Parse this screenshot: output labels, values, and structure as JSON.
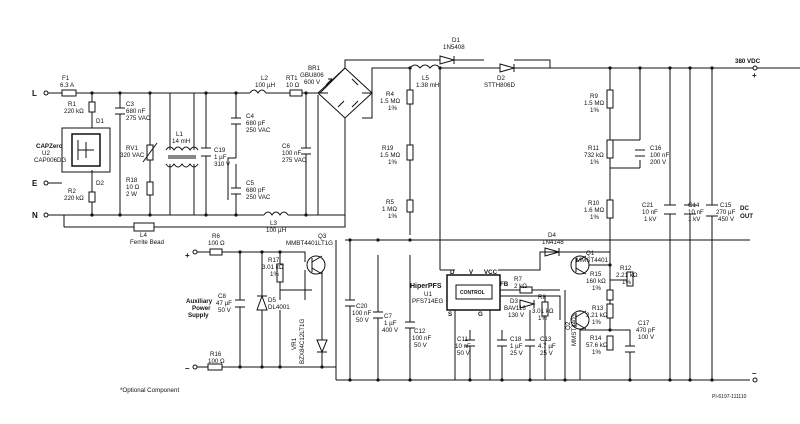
{
  "terminals": {
    "L": "L",
    "E": "E",
    "N": "N",
    "out_plus": "+",
    "out_minus": "–",
    "aux_plus": "+",
    "aux_minus": "–"
  },
  "output_label": "380 VDC",
  "dc_out": [
    "DC",
    "OUT"
  ],
  "aux_label": [
    "Auxiliary",
    "Power",
    "Supply"
  ],
  "optional_note": "*Optional Component",
  "drawing_id": "PI-6197-111110",
  "components": {
    "F1": [
      "F1",
      "6.3 A"
    ],
    "R1": [
      "R1",
      "220 kΩ"
    ],
    "D1cz": [
      "D1"
    ],
    "C3": [
      "C3",
      "680 nF",
      "275 VAC"
    ],
    "capzero": [
      "CAPZero",
      "U2",
      "CAP006DG"
    ],
    "D2cz": [
      "D2"
    ],
    "R2": [
      "R2",
      "220 kΩ"
    ],
    "RV1": [
      "RV1",
      "320 VAC"
    ],
    "R18": [
      "R18",
      "10 Ω",
      "2 W"
    ],
    "L1": [
      "L1",
      "14 mH"
    ],
    "C19": [
      "C19",
      "1 µF",
      "310 V"
    ],
    "L2": [
      "L2",
      "100 µH"
    ],
    "RT1": [
      "RT1",
      "10 Ω"
    ],
    "C4": [
      "C4",
      "680 pF",
      "250 VAC"
    ],
    "C5": [
      "C5",
      "680 pF",
      "250 VAC"
    ],
    "C6": [
      "C6",
      "100 nF",
      "275 VAC"
    ],
    "BR1": [
      "BR1",
      "GBU806",
      "600 V"
    ],
    "L3": [
      "L3",
      "100 µH"
    ],
    "L4": [
      "L4",
      "Ferrite Bead"
    ],
    "D1": [
      "D1",
      "1N5408"
    ],
    "L5": [
      "L5",
      "1.38 mH"
    ],
    "D2": [
      "D2",
      "STTH806D"
    ],
    "R4": [
      "R4",
      "1.5 MΩ",
      "1%"
    ],
    "R19": [
      "R19",
      "1.5 MΩ",
      "1%"
    ],
    "R5": [
      "R5",
      "1 MΩ",
      "1%"
    ],
    "R9": [
      "R9",
      "1.5 MΩ",
      "1%"
    ],
    "R11": [
      "R11",
      "732 kΩ",
      "1%"
    ],
    "C16": [
      "C16",
      "100 nF",
      "200 V"
    ],
    "R10": [
      "R10",
      "1.6 MΩ",
      "1%"
    ],
    "C21": [
      "C21",
      "10 nF",
      "1 kV"
    ],
    "C14": [
      "C14",
      "10 nF",
      "1 kV"
    ],
    "C15": [
      "C15",
      "270 µF",
      "450 V"
    ],
    "R6": [
      "R6",
      "100 Ω"
    ],
    "R17": [
      "R17",
      "3.01 kΩ",
      "1%"
    ],
    "Q3": [
      "Q3",
      "MMBT4401LT1G"
    ],
    "C8": [
      "C8",
      "47 µF",
      "50 V"
    ],
    "D5": [
      "D5",
      "DL4001"
    ],
    "VR1": [
      "VR1",
      "BZX84C12LT1G"
    ],
    "R16": [
      "R16",
      "100 Ω"
    ],
    "C20": [
      "C20",
      "100 nF",
      "50 V"
    ],
    "C7": [
      "C7",
      "1 µF",
      "400 V"
    ],
    "C12": [
      "C12",
      "100 nF",
      "50 V"
    ],
    "U1": [
      "HiperPFS",
      "U1",
      "PFS714EG"
    ],
    "R7": [
      "R7",
      "2 kΩ"
    ],
    "D3": [
      "D3",
      "BAV116",
      "130 V"
    ],
    "R8": [
      "R8",
      "3.01 kΩ",
      "1%"
    ],
    "C11": [
      "C11",
      "10 nF",
      "50 V"
    ],
    "C18": [
      "C18",
      "1 µF",
      "25 V"
    ],
    "C13": [
      "C13",
      "4.7 µF",
      "25 V"
    ],
    "D4": [
      "D4",
      "1N4148"
    ],
    "Q1": [
      "Q1",
      "MMST4401"
    ],
    "R15": [
      "R15",
      "160 kΩ",
      "1%"
    ],
    "R12": [
      "R12",
      "2.21 kΩ",
      "1%"
    ],
    "R13": [
      "R13",
      "2.21 kΩ",
      "1%"
    ],
    "Q2": [
      "Q2",
      "MMST4403"
    ],
    "R14": [
      "R14",
      "57.6 kΩ",
      "1%"
    ],
    "C17": [
      "C17",
      "470 pF",
      "100 V"
    ]
  },
  "pins": {
    "D": "D",
    "V": "V",
    "VCC": "VCC",
    "FB": "FB",
    "S": "S",
    "G": "G",
    "control": "CONTROL"
  }
}
